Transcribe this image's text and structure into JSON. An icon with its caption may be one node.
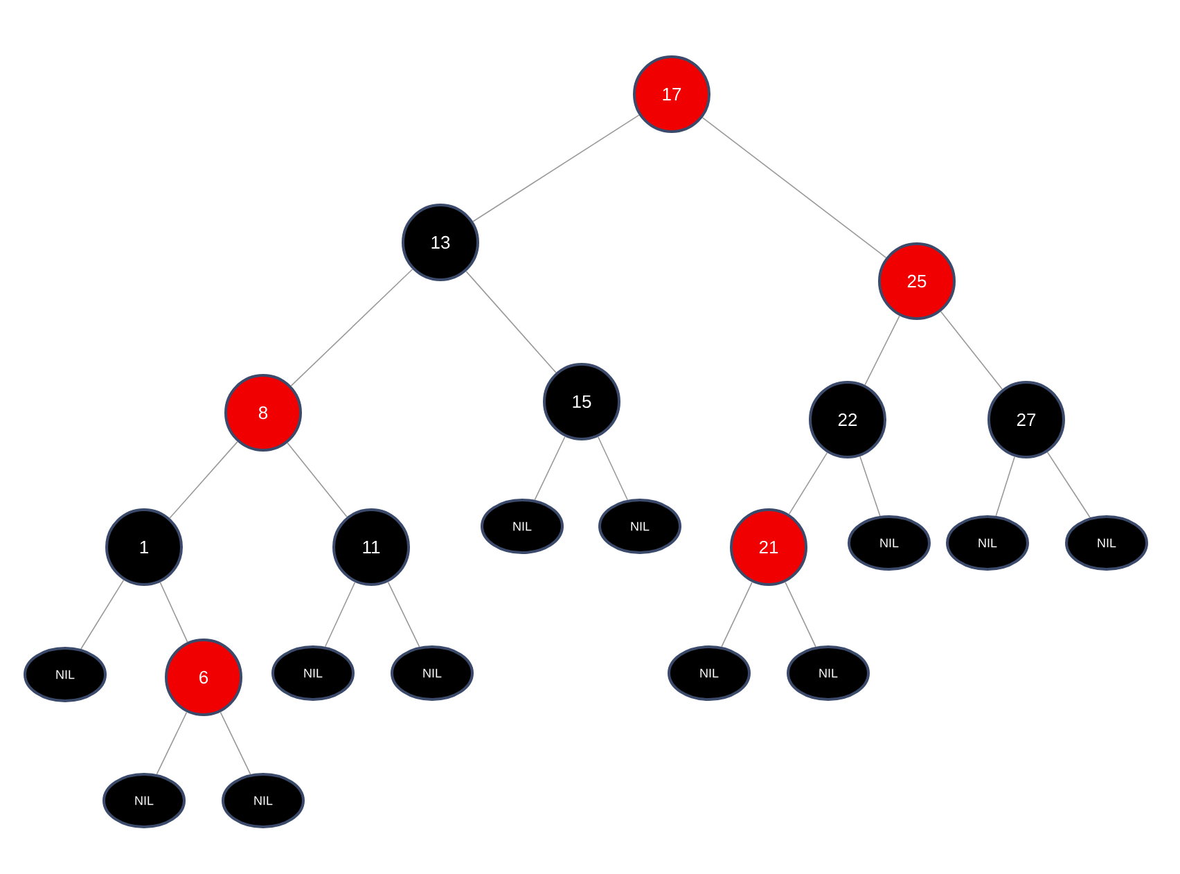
{
  "diagram": {
    "nodes": [
      {
        "text": [
          "17"
        ]
      },
      {
        "text": [
          "13"
        ]
      },
      {
        "text": [
          "25"
        ]
      },
      {
        "text": [
          "8"
        ]
      },
      {
        "text": [
          "15"
        ]
      },
      {
        "text": [
          "22"
        ]
      },
      {
        "text": [
          "27"
        ]
      },
      {
        "text": [
          "1"
        ]
      },
      {
        "text": [
          "11"
        ]
      },
      {
        "text": [
          "NIL"
        ]
      },
      {
        "text": [
          "NIL"
        ]
      },
      {
        "text": [
          "21"
        ]
      },
      {
        "text": [
          "NIL"
        ]
      },
      {
        "text": [
          "NIL"
        ]
      },
      {
        "text": [
          "NIL"
        ]
      },
      {
        "text": [
          "NIL"
        ]
      },
      {
        "text": [
          "6"
        ]
      },
      {
        "text": [
          "NIL"
        ]
      },
      {
        "text": [
          "NIL"
        ]
      },
      {
        "text": [
          "NIL"
        ]
      },
      {
        "text": [
          "NIL"
        ]
      },
      {
        "text": [
          "NIL"
        ]
      },
      {
        "text": [
          "NIL"
        ]
      }
    ],
    "edges": [
      {
        "from": 0,
        "to": 1,
        "arrow": "none"
      },
      {
        "from": 0,
        "to": 2,
        "arrow": "none"
      },
      {
        "from": 1,
        "to": 3,
        "arrow": "none"
      },
      {
        "from": 1,
        "to": 4,
        "arrow": "none"
      },
      {
        "from": 2,
        "to": 5,
        "arrow": "none"
      },
      {
        "from": 2,
        "to": 6,
        "arrow": "none"
      },
      {
        "from": 3,
        "to": 7,
        "arrow": "none"
      },
      {
        "from": 3,
        "to": 8,
        "arrow": "none"
      },
      {
        "from": 4,
        "to": 9,
        "arrow": "none"
      },
      {
        "from": 4,
        "to": 10,
        "arrow": "none"
      },
      {
        "from": 5,
        "to": 11,
        "arrow": "none"
      },
      {
        "from": 5,
        "to": 12,
        "arrow": "none"
      },
      {
        "from": 6,
        "to": 13,
        "arrow": "none"
      },
      {
        "from": 6,
        "to": 14,
        "arrow": "none"
      },
      {
        "from": 7,
        "to": 15,
        "arrow": "none"
      },
      {
        "from": 7,
        "to": 16,
        "arrow": "none"
      },
      {
        "from": 8,
        "to": 17,
        "arrow": "none"
      },
      {
        "from": 8,
        "to": 18,
        "arrow": "none"
      },
      {
        "from": 11,
        "to": 19,
        "arrow": "none"
      },
      {
        "from": 11,
        "to": 20,
        "arrow": "none"
      },
      {
        "from": 16,
        "to": 21,
        "arrow": "none"
      },
      {
        "from": 16,
        "to": 22,
        "arrow": "none"
      }
    ]
  }
}
